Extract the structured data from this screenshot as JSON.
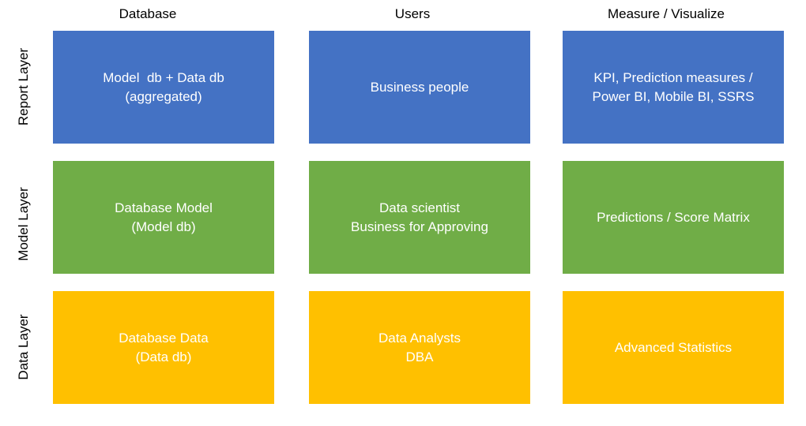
{
  "columns": [
    "Database",
    "Users",
    "Measure / Visualize"
  ],
  "rows": [
    {
      "label": "Report Layer",
      "color": "#4472c4",
      "cells": [
        [
          "Model  db + Data db",
          "(aggregated)"
        ],
        [
          "Business people"
        ],
        [
          "KPI, Prediction measures /",
          "Power BI, Mobile BI, SSRS"
        ]
      ]
    },
    {
      "label": "Model Layer",
      "color": "#70ad47",
      "cells": [
        [
          "Database Model",
          "(Model db)"
        ],
        [
          "Data scientist",
          "Business for Approving"
        ],
        [
          "Predictions / Score Matrix"
        ]
      ]
    },
    {
      "label": "Data Layer",
      "color": "#ffc000",
      "cells": [
        [
          "Database Data",
          "(Data db)"
        ],
        [
          "Data Analysts",
          "DBA"
        ],
        [
          "Advanced Statistics"
        ]
      ]
    }
  ]
}
